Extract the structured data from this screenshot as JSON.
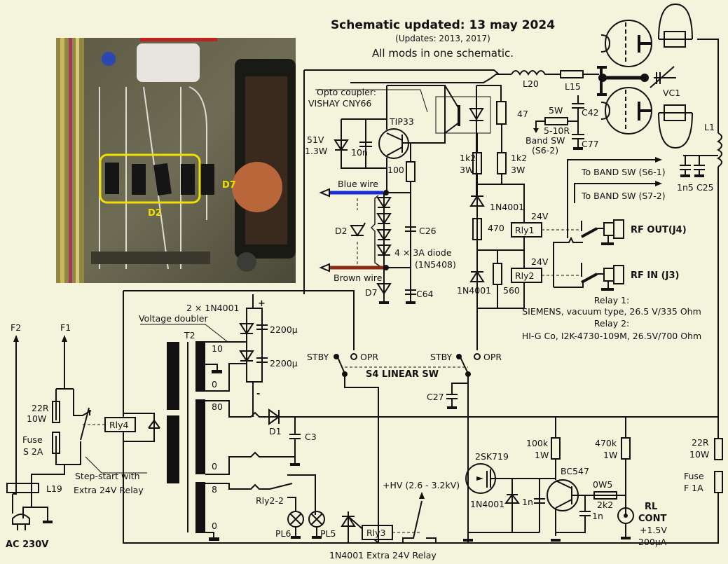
{
  "header": {
    "title": "Schematic updated: 13 may 2024",
    "subtitle": "(Updates: 2013, 2017)",
    "note": "All mods in one schematic."
  },
  "photo": {
    "description": "Photo of diode board",
    "label_d2": "D2",
    "label_d7": "D7",
    "highlight_color": "#f0e000"
  },
  "wires": {
    "blue_label": "Blue wire",
    "brown_label": "Brown wire",
    "blue_color": "#1a2bd8",
    "brown_color": "#8b2a14"
  },
  "opto": {
    "label_line1": "Opto coupler:",
    "label_line2": "VISHAY CNY66",
    "transistor": "TIP33",
    "zener_v": "51V",
    "zener_w": "1.3W",
    "cap": "10n",
    "res": "100",
    "res47": "47"
  },
  "diodes": {
    "d2": "D2",
    "d7": "D7",
    "chain_label": "4 × 3A diode",
    "chain_type": "(1N5408)",
    "c26": "C26",
    "c64": "C64"
  },
  "relay_drive": {
    "r1k2_a": "1k2",
    "r1k2_a_w": "3W",
    "r1k2_b": "1k2",
    "r1k2_b_w": "3W",
    "d_top": "1N4001",
    "r470": "470",
    "d_bottom": "1N4001",
    "r560": "560",
    "rly1": "Rly1",
    "rly2": "Rly2",
    "v1": "24V",
    "v2": "24V"
  },
  "rf": {
    "out": "RF OUT(J4)",
    "in": "RF IN (J3)",
    "band1": "To BAND SW (S6-1)",
    "band2": "To BAND SW (S7-2)",
    "relay_notes": [
      "Relay 1:",
      "SIEMENS, vacuum type, 26.5 V/335 Ohm",
      "Relay 2:",
      "HI-G Co, I2K-4730-109M, 26.5V/700 Ohm"
    ]
  },
  "tank": {
    "l20": "L20",
    "l15": "L15",
    "vc1": "VC1",
    "l1": "L1",
    "c42": "C42",
    "c77": "C77",
    "r5w": "5W",
    "r5_10": "5-10R",
    "band_sw": "Band SW",
    "band_sw_ref": "(S6-2)",
    "c1n5": "1n5",
    "c25": "C25"
  },
  "mains": {
    "f2": "F2",
    "f1": "F1",
    "r22": "22R",
    "r22w": "10W",
    "fuse": "Fuse",
    "fuse_val": "S 2A",
    "rly4": "Rly4",
    "l19": "L19",
    "step_start_1": "Step-start with",
    "step_start_2": "Extra 24V  Relay",
    "ac": "AC 230V"
  },
  "psu": {
    "t2": "T2",
    "doubler_diodes": "2 × 1N4001",
    "doubler": "Voltage doubler",
    "c1": "2200µ",
    "c2": "2200µ",
    "plus": "+",
    "minus": "-",
    "tap10": "10",
    "tap0a": "0",
    "tap80": "80",
    "tap0b": "0",
    "tap8": "8",
    "tap0c": "0",
    "d1": "D1",
    "c3": "C3",
    "rly2_2": "Rly2-2",
    "pl6": "PL6",
    "pl5": "PL5",
    "rly3": "Rly3",
    "rly3_note": "1N4001 Extra 24V Relay",
    "hv": "+HV (2.6 - 3.2kV)"
  },
  "switch": {
    "stby1": "STBY",
    "opr1": "OPR",
    "stby2": "STBY",
    "opr2": "OPR",
    "name": "S4 LINEAR SW",
    "c27": "C27"
  },
  "bias": {
    "fet": "2SK719",
    "diode": "1N4001",
    "c1n_a": "1n",
    "r100k": "100k",
    "r100k_w": "1W",
    "bjt": "BC547",
    "c1n_b": "1n",
    "r470k": "470k",
    "r470k_w": "1W",
    "r0w5": "0W5",
    "r2k2": "2k2",
    "rl": "RL",
    "cont": "CONT",
    "v": "+1.5V",
    "i": "200µA",
    "r22": "22R",
    "r22w": "10W",
    "fuse": "Fuse",
    "fuse_val": "F 1A"
  }
}
